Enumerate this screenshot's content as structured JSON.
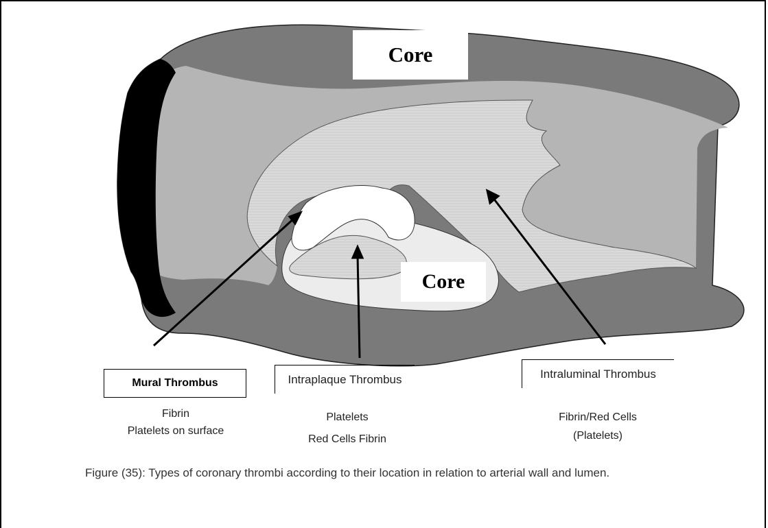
{
  "figure": {
    "core_top": "Core",
    "core_bottom": "Core",
    "labels": {
      "mural": "Mural Thrombus",
      "intraplaque": "Intraplaque Thrombus",
      "intraluminal": "Intraluminal Thrombus"
    },
    "descriptions": {
      "mural_line1": "Fibrin",
      "mural_line2": "Platelets on surface",
      "intraplaque_line1": "Platelets",
      "intraplaque_line2": "Red Cells Fibrin",
      "intraluminal_line1": "Fibrin/Red Cells",
      "intraluminal_line2": "(Platelets)"
    },
    "colors": {
      "vessel_wall": "#7a7a7a",
      "lumen": "#b5b5b5",
      "adventitia": "#000000",
      "thrombus": "#dcdcdc",
      "core_fill": "#ececec"
    }
  },
  "caption": {
    "label": "Figure (35):",
    "text": "Types of coronary thrombi according to their location in relation to arterial wall and lumen."
  }
}
